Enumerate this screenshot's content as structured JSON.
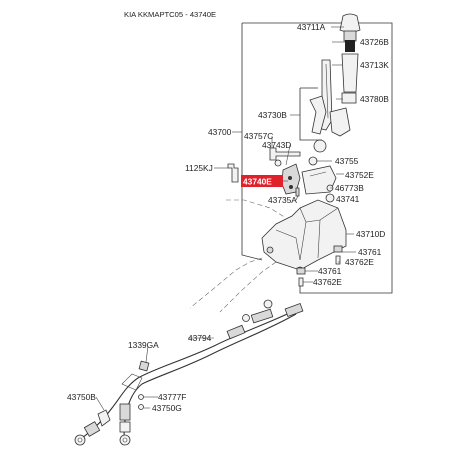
{
  "header": {
    "title": "KIA KKMAPTC05 - 43740E"
  },
  "highlight": {
    "part": "43740E",
    "color": "#e0202a"
  },
  "labels": {
    "p43711A": "43711A",
    "p43726B": "43726B",
    "p43713K": "43713K",
    "p43780B": "43780B",
    "p43730B": "43730B",
    "p43700": "43700",
    "p43757C": "43757C",
    "p43743D": "43743D",
    "p43755": "43755",
    "p1125KJ": "1125KJ",
    "p43752E": "43752E",
    "p46773B": "46773B",
    "p43741": "43741",
    "p43735A": "43735A",
    "p43710D": "43710D",
    "p43761a": "43761",
    "p43762Ea": "43762E",
    "p43761b": "43761",
    "p43762Eb": "43762E",
    "p43794": "43794",
    "p1339GA": "1339GA",
    "p43750B": "43750B",
    "p43777F": "43777F",
    "p43750G": "43750G"
  }
}
